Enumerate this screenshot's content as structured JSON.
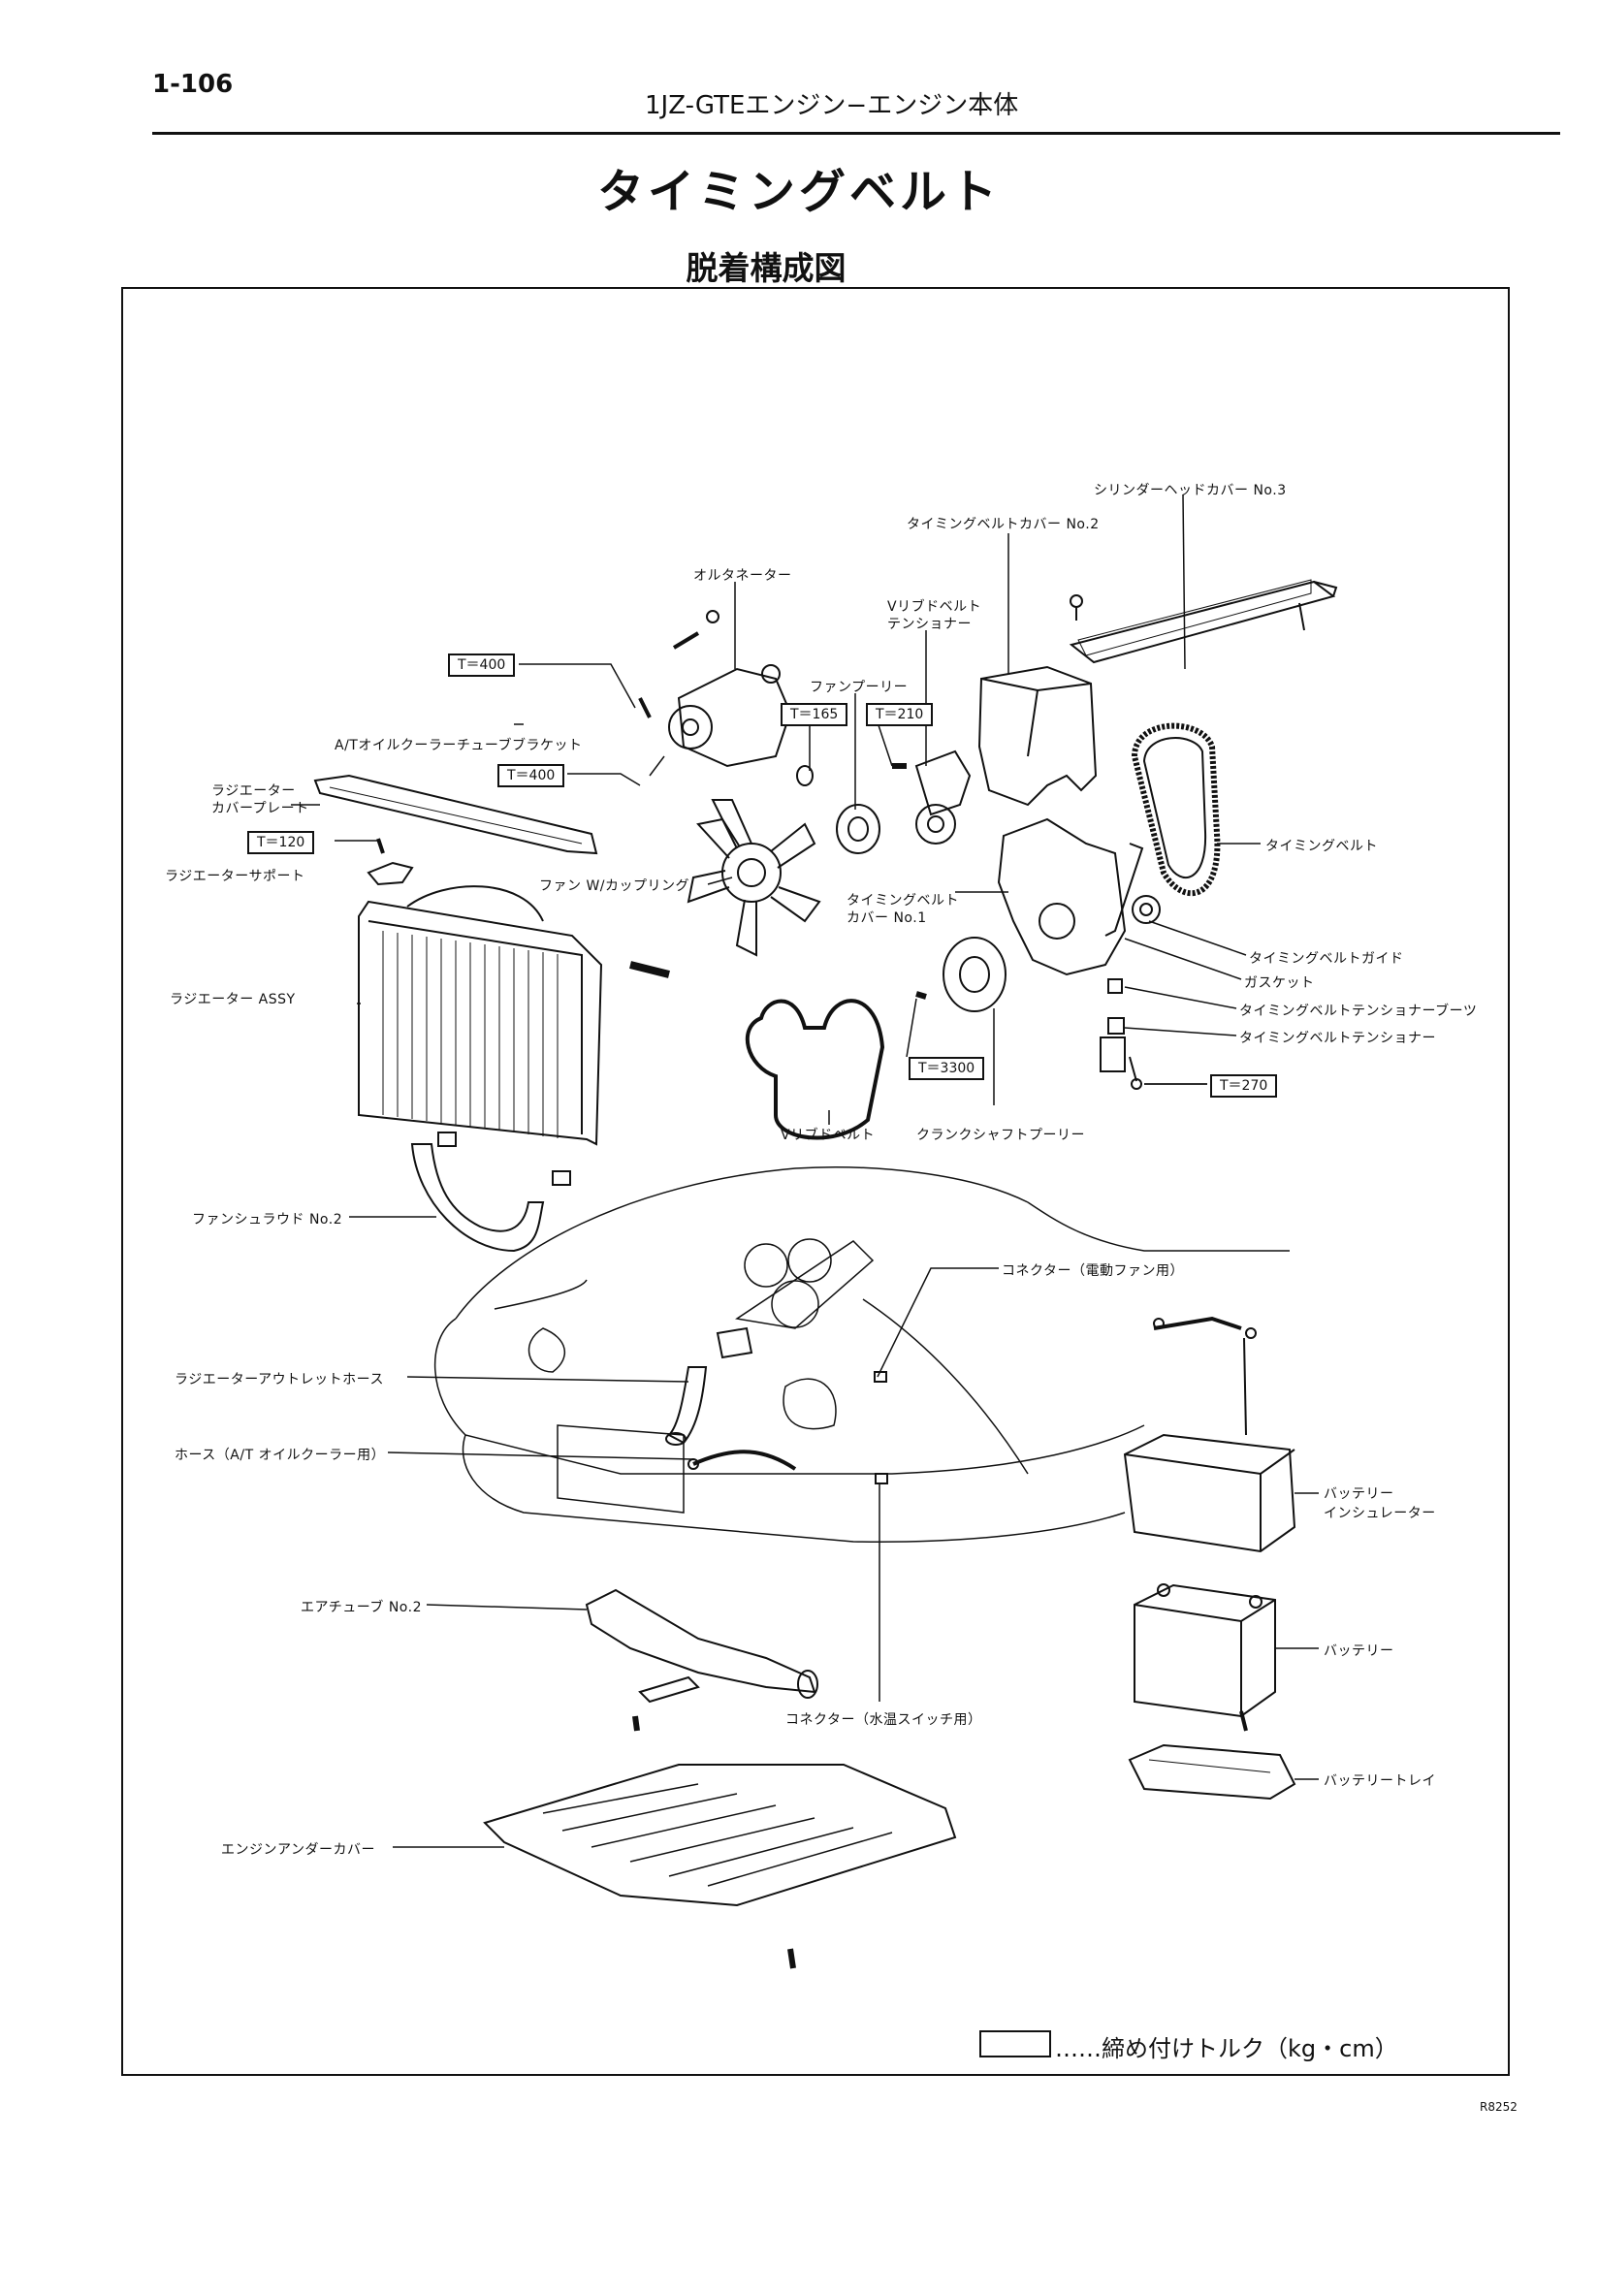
{
  "header": {
    "page_number": "1-106",
    "title": "1JZ-GTEエンジン−エンジン本体"
  },
  "main_title": "タイミングベルト",
  "sub_title": "脱着構成図",
  "labels": {
    "cylinder_head_cover_3": "シリンダーヘッドカバー No.3",
    "timing_belt_cover_2": "タイミングベルトカバー No.2",
    "alternator": "オルタネーター",
    "v_ribbed_belt_tensioner": [
      "Vリブドベルト",
      "テンショナー"
    ],
    "fan_pulley": "ファンプーリー",
    "at_oil_cooler_bracket": "A/Tオイルクーラーチューブブラケット",
    "radiator_cover_plate": [
      "ラジエーター",
      "カバープレート"
    ],
    "radiator_support": "ラジエーターサポート",
    "fan_coupling": "ファン W/カップリング",
    "timing_belt_cover_1": [
      "タイミングベルト",
      "カバー No.1"
    ],
    "radiator_assy": "ラジエーター ASSY",
    "timing_belt": "タイミングベルト",
    "timing_belt_guide": "タイミングベルトガイド",
    "gasket": "ガスケット",
    "timing_belt_tensioner_boots": "タイミングベルトテンショナーブーツ",
    "timing_belt_tensioner": "タイミングベルトテンショナー",
    "v_ribbed_belt": "Vリブドベルト",
    "crankshaft_pulley": "クランクシャフトプーリー",
    "fan_shroud_2": "ファンシュラウド No.2",
    "connector_fan": "コネクター（電動ファン用）",
    "radiator_outlet_hose": "ラジエーターアウトレットホース",
    "hose_at_oil_cooler": "ホース（A/T オイルクーラー用）",
    "battery_insulator": [
      "バッテリー",
      "インシュレーター"
    ],
    "air_tube_2": "エアチューブ No.2",
    "battery": "バッテリー",
    "connector_water_temp": "コネクター（水温スイッチ用）",
    "battery_tray": "バッテリートレイ",
    "engine_under_cover": "エンジンアンダーカバー"
  },
  "torques": {
    "t400_alt": "T＝400",
    "t400_bracket": "T＝400",
    "t120": "T＝120",
    "t165": "T＝165",
    "t210": "T＝210",
    "t3300": "T＝3300",
    "t270": "T＝270"
  },
  "legend": "……締め付けトルク（kg・cm）",
  "figure_code": "R8252"
}
